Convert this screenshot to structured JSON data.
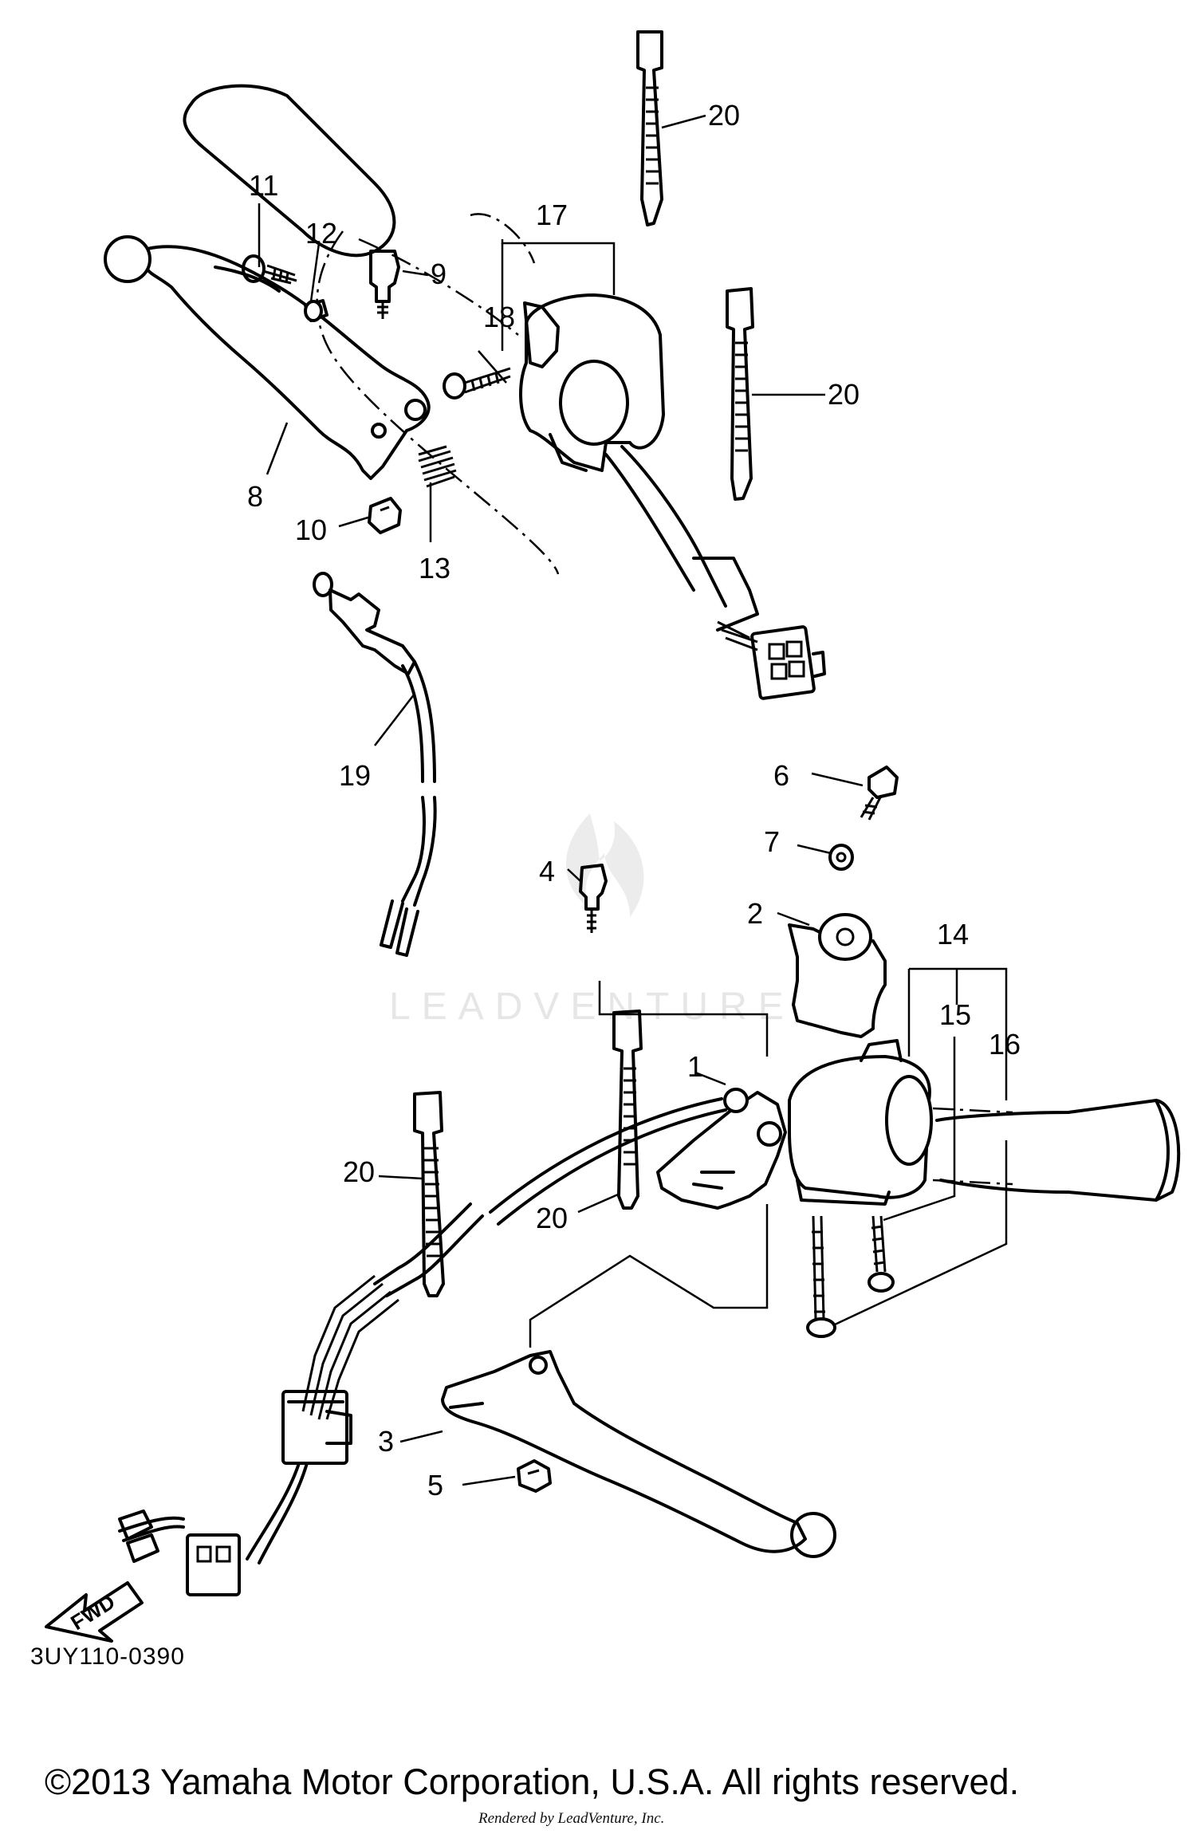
{
  "callouts": [
    {
      "id": "1",
      "text": "1"
    },
    {
      "id": "2",
      "text": "2"
    },
    {
      "id": "3",
      "text": "3"
    },
    {
      "id": "4",
      "text": "4"
    },
    {
      "id": "5",
      "text": "5"
    },
    {
      "id": "6",
      "text": "6"
    },
    {
      "id": "7",
      "text": "7"
    },
    {
      "id": "8",
      "text": "8"
    },
    {
      "id": "9",
      "text": "9"
    },
    {
      "id": "10",
      "text": "10"
    },
    {
      "id": "11",
      "text": "11"
    },
    {
      "id": "12",
      "text": "12"
    },
    {
      "id": "13",
      "text": "13"
    },
    {
      "id": "14",
      "text": "14"
    },
    {
      "id": "15",
      "text": "15"
    },
    {
      "id": "16",
      "text": "16"
    },
    {
      "id": "17",
      "text": "17"
    },
    {
      "id": "18",
      "text": "18"
    },
    {
      "id": "19",
      "text": "19"
    },
    {
      "id": "20a",
      "text": "20"
    },
    {
      "id": "20b",
      "text": "20"
    },
    {
      "id": "20c",
      "text": "20"
    },
    {
      "id": "20d",
      "text": "20"
    }
  ],
  "fwd_arrow": {
    "text": "FWD"
  },
  "watermark": {
    "text": "LEADVENTURE"
  },
  "diagram_code": "3UY110-0390",
  "copyright": "©2013 Yamaha Motor Corporation, U.S.A. All rights reserved.",
  "rendered_by": "Rendered by LeadVenture, Inc."
}
